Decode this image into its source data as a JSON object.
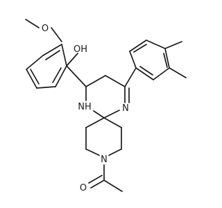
{
  "colors": {
    "background": "#ffffff",
    "ink": "#1a1a1a"
  },
  "labels": {
    "methoxy_o": "O",
    "hydroxyl": "OH",
    "amine_nh": "NH",
    "imine_n": "N",
    "piperidine_n": "N",
    "carbonyl_o": "O"
  }
}
